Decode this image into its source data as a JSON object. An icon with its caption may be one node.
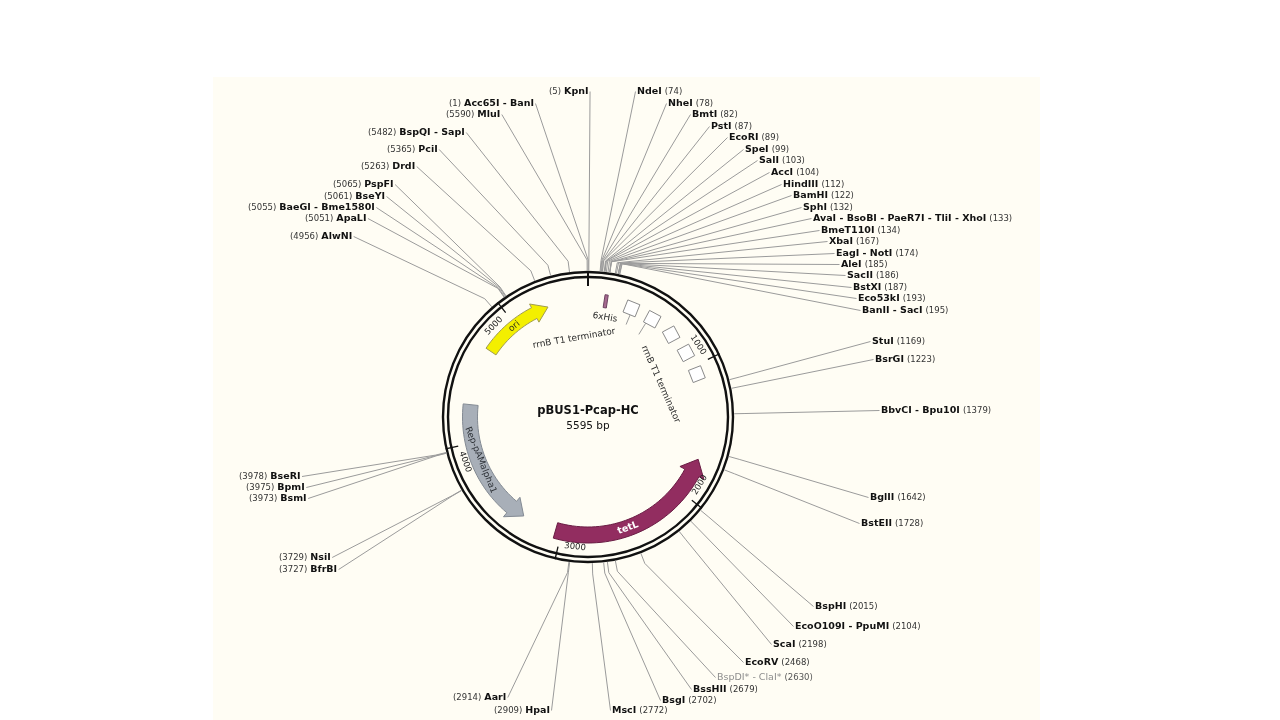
{
  "diagram": {
    "nodes": [
      {
        "text": [
          "pBUS1-Pcap-HC",
          "5595 bp"
        ]
      },
      {
        "text": [
          "ori"
        ],
        "in": 0
      },
      {
        "text": [],
        "shape": "bar",
        "in": 0,
        "beside": [
          "6xHis"
        ]
      },
      {
        "text": [
          "rrnB T1 terminator"
        ],
        "in": 0
      },
      {
        "text": [],
        "shape": "box",
        "in": 0
      },
      {
        "text": [],
        "shape": "box",
        "in": 0
      },
      {
        "text": [
          "rrnB T1 terminator"
        ],
        "in": 0
      },
      {
        "text": [],
        "shape": "box",
        "in": 0
      },
      {
        "text": [],
        "shape": "box",
        "in": 0
      },
      {
        "text": [],
        "shape": "box",
        "in": 0
      },
      {
        "text": [
          "Rep-pAMalpha1"
        ],
        "in": 0
      },
      {
        "text": [
          "tetL"
        ],
        "in": 0
      },
      {
        "text": [
          "(1)",
          "Acc65I - BanI"
        ]
      },
      {
        "text": [
          "(5)",
          "KpnI"
        ]
      },
      {
        "text": [
          "NdeI",
          "(74)"
        ]
      },
      {
        "text": [
          "NheI",
          "(78)"
        ]
      },
      {
        "text": [
          "BmtI",
          "(82)"
        ]
      },
      {
        "text": [
          "PstI",
          "(87)"
        ]
      },
      {
        "text": [
          "EcoRI",
          "(89)"
        ]
      },
      {
        "text": [
          "SpeI",
          "(99)"
        ]
      },
      {
        "text": [
          "SalI",
          "(103)"
        ]
      },
      {
        "text": [
          "AccI",
          "(104)"
        ]
      },
      {
        "text": [
          "HindIII",
          "(112)"
        ]
      },
      {
        "text": [
          "BamHI",
          "(122)"
        ]
      },
      {
        "text": [
          "SphI",
          "(132)"
        ]
      },
      {
        "text": [
          "AvaI - BsoBI - PaeR7I - TliI - XhoI",
          "(133)"
        ]
      },
      {
        "text": [
          "BmeT110I",
          "(134)"
        ]
      },
      {
        "text": [
          "XbaI",
          "(167)"
        ]
      },
      {
        "text": [
          "EagI - NotI",
          "(174)"
        ]
      },
      {
        "text": [
          "AleI",
          "(185)"
        ]
      },
      {
        "text": [
          "SacII",
          "(186)"
        ]
      },
      {
        "text": [
          "BstXI",
          "(187)"
        ]
      },
      {
        "text": [
          "Eco53kI",
          "(193)"
        ]
      },
      {
        "text": [
          "BanII - SacI",
          "(195)"
        ]
      },
      {
        "text": [
          "StuI",
          "(1169)"
        ]
      },
      {
        "text": [
          "BsrGI",
          "(1223)"
        ]
      },
      {
        "text": [
          "BbvCI - Bpu10I",
          "(1379)"
        ]
      },
      {
        "text": [
          "BglII",
          "(1642)"
        ]
      },
      {
        "text": [
          "BstEII",
          "(1728)"
        ]
      },
      {
        "text": [
          "BspHI",
          "(2015)"
        ]
      },
      {
        "text": [
          "EcoO109I - PpuMI",
          "(2104)"
        ]
      },
      {
        "text": [
          "ScaI",
          "(2198)"
        ]
      },
      {
        "text": [
          "EcoRV",
          "(2468)"
        ]
      },
      {
        "text": [
          "BspDI* - ClaI*",
          "(2630)"
        ]
      },
      {
        "text": [
          "BssHII",
          "(2679)"
        ]
      },
      {
        "text": [
          "BsgI",
          "(2702)"
        ]
      },
      {
        "text": [
          "MscI",
          "(2772)"
        ]
      },
      {
        "text": [
          "(2909)",
          "HpaI"
        ]
      },
      {
        "text": [
          "(2914)",
          "AarI"
        ]
      },
      {
        "text": [
          "(3727)",
          "BfrBI"
        ]
      },
      {
        "text": [
          "(3729)",
          "NsiI"
        ]
      },
      {
        "text": [
          "(3973)",
          "BsmI"
        ]
      },
      {
        "text": [
          "(3975)",
          "BpmI"
        ]
      },
      {
        "text": [
          "(3978)",
          "BseRI"
        ]
      },
      {
        "text": [
          "(4956)",
          "AlwNI"
        ]
      },
      {
        "text": [
          "(5051)",
          "ApaLI"
        ]
      },
      {
        "text": [
          "(5055)",
          "BaeGI - Bme1580I"
        ]
      },
      {
        "text": [
          "(5061)",
          "BseYI"
        ]
      },
      {
        "text": [
          "(5065)",
          "PspFI"
        ]
      },
      {
        "text": [
          "(5263)",
          "DrdI"
        ]
      },
      {
        "text": [
          "(5365)",
          "PciI"
        ]
      },
      {
        "text": [
          "(5482)",
          "BspQI - SapI"
        ]
      },
      {
        "text": [
          "(5590)",
          "MluI"
        ]
      }
    ],
    "edges": [
      {
        "from": 3,
        "to": 4,
        "arrow": "none"
      },
      {
        "from": 6,
        "to": 5,
        "arrow": "none"
      },
      {
        "from": 12,
        "to": 0,
        "arrow": "none"
      },
      {
        "from": 13,
        "to": 0,
        "arrow": "none"
      },
      {
        "from": 14,
        "to": 0,
        "arrow": "none"
      },
      {
        "from": 15,
        "to": 0,
        "arrow": "none"
      },
      {
        "from": 16,
        "to": 0,
        "arrow": "none"
      },
      {
        "from": 17,
        "to": 0,
        "arrow": "none"
      },
      {
        "from": 18,
        "to": 0,
        "arrow": "none"
      },
      {
        "from": 19,
        "to": 0,
        "arrow": "none"
      },
      {
        "from": 20,
        "to": 0,
        "arrow": "none"
      },
      {
        "from": 21,
        "to": 0,
        "arrow": "none"
      },
      {
        "from": 22,
        "to": 0,
        "arrow": "none"
      },
      {
        "from": 23,
        "to": 0,
        "arrow": "none"
      },
      {
        "from": 24,
        "to": 0,
        "arrow": "none"
      },
      {
        "from": 25,
        "to": 0,
        "arrow": "none"
      },
      {
        "from": 26,
        "to": 0,
        "arrow": "none"
      },
      {
        "from": 27,
        "to": 0,
        "arrow": "none"
      },
      {
        "from": 28,
        "to": 0,
        "arrow": "none"
      },
      {
        "from": 29,
        "to": 0,
        "arrow": "none"
      },
      {
        "from": 30,
        "to": 0,
        "arrow": "none"
      },
      {
        "from": 31,
        "to": 0,
        "arrow": "none"
      },
      {
        "from": 32,
        "to": 0,
        "arrow": "none"
      },
      {
        "from": 33,
        "to": 0,
        "arrow": "none"
      },
      {
        "from": 34,
        "to": 0,
        "arrow": "none"
      },
      {
        "from": 35,
        "to": 0,
        "arrow": "none"
      },
      {
        "from": 36,
        "to": 0,
        "arrow": "none"
      },
      {
        "from": 37,
        "to": 0,
        "arrow": "none"
      },
      {
        "from": 38,
        "to": 0,
        "arrow": "none"
      },
      {
        "from": 39,
        "to": 0,
        "arrow": "none"
      },
      {
        "from": 40,
        "to": 0,
        "arrow": "none"
      },
      {
        "from": 41,
        "to": 0,
        "arrow": "none"
      },
      {
        "from": 42,
        "to": 0,
        "arrow": "none"
      },
      {
        "from": 43,
        "to": 0,
        "arrow": "none"
      },
      {
        "from": 44,
        "to": 0,
        "arrow": "none"
      },
      {
        "from": 45,
        "to": 0,
        "arrow": "none"
      },
      {
        "from": 46,
        "to": 0,
        "arrow": "none"
      },
      {
        "from": 47,
        "to": 0,
        "arrow": "none"
      },
      {
        "from": 48,
        "to": 0,
        "arrow": "none"
      },
      {
        "from": 49,
        "to": 0,
        "arrow": "none"
      },
      {
        "from": 50,
        "to": 0,
        "arrow": "none"
      },
      {
        "from": 51,
        "to": 0,
        "arrow": "none"
      },
      {
        "from": 52,
        "to": 0,
        "arrow": "none"
      },
      {
        "from": 53,
        "to": 0,
        "arrow": "none"
      },
      {
        "from": 54,
        "to": 0,
        "arrow": "none"
      },
      {
        "from": 55,
        "to": 0,
        "arrow": "none"
      },
      {
        "from": 56,
        "to": 0,
        "arrow": "none"
      },
      {
        "from": 57,
        "to": 0,
        "arrow": "none"
      },
      {
        "from": 58,
        "to": 0,
        "arrow": "none"
      },
      {
        "from": 59,
        "to": 0,
        "arrow": "none"
      },
      {
        "from": 60,
        "to": 0,
        "arrow": "none"
      },
      {
        "from": 61,
        "to": 0,
        "arrow": "none"
      },
      {
        "from": 62,
        "to": 0,
        "arrow": "none"
      }
    ],
    "labels": [
      "5000",
      "1000",
      "4000",
      "2000",
      "3000"
    ]
  }
}
